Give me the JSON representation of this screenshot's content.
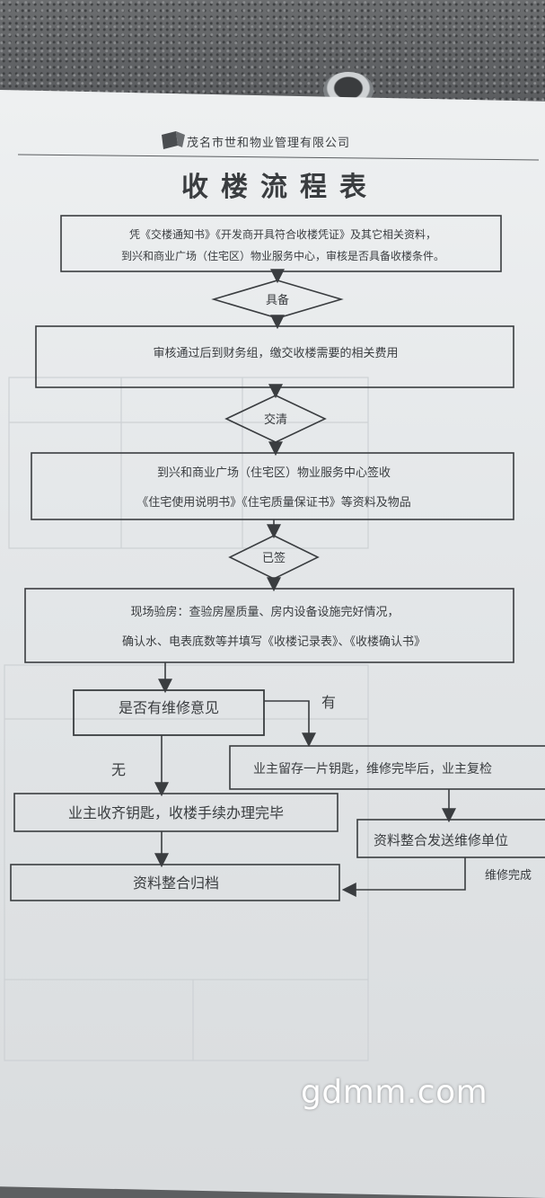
{
  "header": {
    "company": "茂名市世和物业管理有限公司"
  },
  "title": "收楼流程表",
  "boxes": [
    {
      "id": "step1",
      "lines": [
        "凭《交楼通知书》《开发商开具符合收楼凭证》及其它相关资料，",
        "到兴和商业广场（住宅区）物业服务中心，审核是否具备收楼条件。"
      ]
    },
    {
      "id": "step2",
      "lines": [
        "审核通过后到财务组，缴交收楼需要的相关费用"
      ]
    },
    {
      "id": "step3",
      "lines": [
        "到兴和商业广场（住宅区）物业服务中心签收",
        "《住宅使用说明书》《住宅质量保证书》等资料及物品"
      ]
    },
    {
      "id": "step4",
      "lines": [
        "现场验房：查验房屋质量、房内设备设施完好情况，",
        "确认水、电表底数等并填写《收楼记录表》、《收楼确认书》"
      ]
    },
    {
      "id": "question",
      "lines": [
        "是否有维修意见"
      ]
    },
    {
      "id": "repair",
      "lines": [
        "业主留存一片钥匙，维修完毕后，业主复检"
      ]
    },
    {
      "id": "done",
      "lines": [
        "业主收齐钥匙，收楼手续办理完毕"
      ]
    },
    {
      "id": "send",
      "lines": [
        "资料整合发送维修单位"
      ]
    },
    {
      "id": "archive",
      "lines": [
        "资料整合归档"
      ]
    }
  ],
  "decisions": [
    {
      "id": "d1",
      "label": "具备"
    },
    {
      "id": "d2",
      "label": "交清"
    },
    {
      "id": "d3",
      "label": "已签"
    }
  ],
  "edge_labels": {
    "yes": "有",
    "no": "无",
    "repair_done": "维修完成"
  },
  "watermark": "gdmm.com",
  "colors": {
    "ink": "#3a3d40",
    "paper": "#e6e9eb",
    "bleed": "#c9cdd0"
  }
}
